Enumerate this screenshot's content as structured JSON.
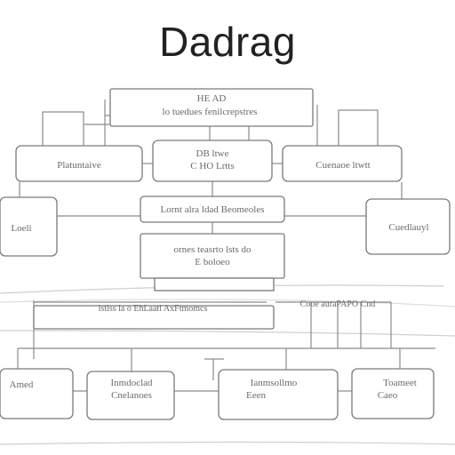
{
  "title": "Dadrag",
  "nodes": {
    "top": {
      "line1": "HE AD",
      "line2": "lo tuedues fenilcrepstres"
    },
    "left": {
      "label": "Platuntaive"
    },
    "center": {
      "line1": "DB ltwe",
      "line2": "C HO Lrtts"
    },
    "right": {
      "label": "Cuenaoe ltwtt"
    },
    "mid": {
      "label": "Lornt alra ldad Beomeoles"
    },
    "farleft": {
      "label": "Loeli"
    },
    "farright": {
      "label": "Cuedlauyl"
    },
    "lower": {
      "line1": "ornes teasrto lsts do",
      "line2": "E boloeo"
    },
    "bus_left": {
      "label": "lstlss la o EhLaatl AxFtmomcs"
    },
    "bus_right": {
      "label": "Cooe auraPAPO Cnd"
    },
    "bottom1": {
      "label": "Amed"
    },
    "bottom2": {
      "line1": "Inmdoclad",
      "line2": "Cnelanoes"
    },
    "bottom3": {
      "line1": "Ianmsollmo",
      "line2": "Eeen"
    },
    "bottom4": {
      "line1": "Toameet",
      "line2": "Caeo"
    }
  }
}
